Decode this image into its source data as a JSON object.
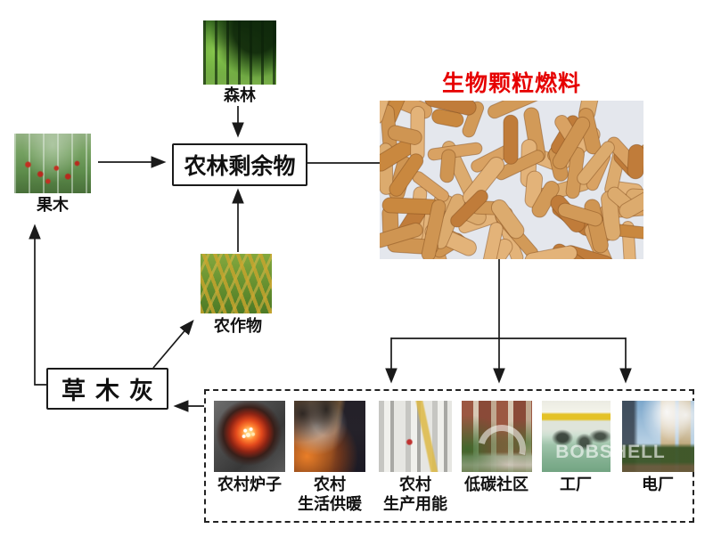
{
  "diagram": {
    "title": {
      "text": "生物颗粒燃料",
      "color": "#e60000"
    },
    "nodes": {
      "forest_label": "森林",
      "fruitwood_label": "果木",
      "crops_label": "农作物",
      "residue_box_label": "农林剩余物",
      "ash_box_label": "草木灰"
    },
    "uses": [
      {
        "line1": "农村炉子",
        "line2": ""
      },
      {
        "line1": "农村",
        "line2": "生活供暖"
      },
      {
        "line1": "农村",
        "line2": "生产用能"
      },
      {
        "line1": "低碳社区",
        "line2": ""
      },
      {
        "line1": "工厂",
        "line2": ""
      },
      {
        "line1": "电厂",
        "line2": ""
      }
    ],
    "photos": {
      "forest": "forest-photo",
      "fruitwood": "fruit-trees-photo",
      "crops": "rice-crops-photo",
      "pellets": "biomass-pellets-photo",
      "stove": "rural-stove-photo",
      "heating": "rural-heating-photo",
      "production": "rural-production-photo",
      "community": "low-carbon-community-photo",
      "factory": "factory-photo",
      "powerplant": "power-plant-photo"
    },
    "watermark": "BOBSHELL",
    "colors": {
      "arrow": "#1a1a1a",
      "title_red": "#e60000"
    }
  }
}
